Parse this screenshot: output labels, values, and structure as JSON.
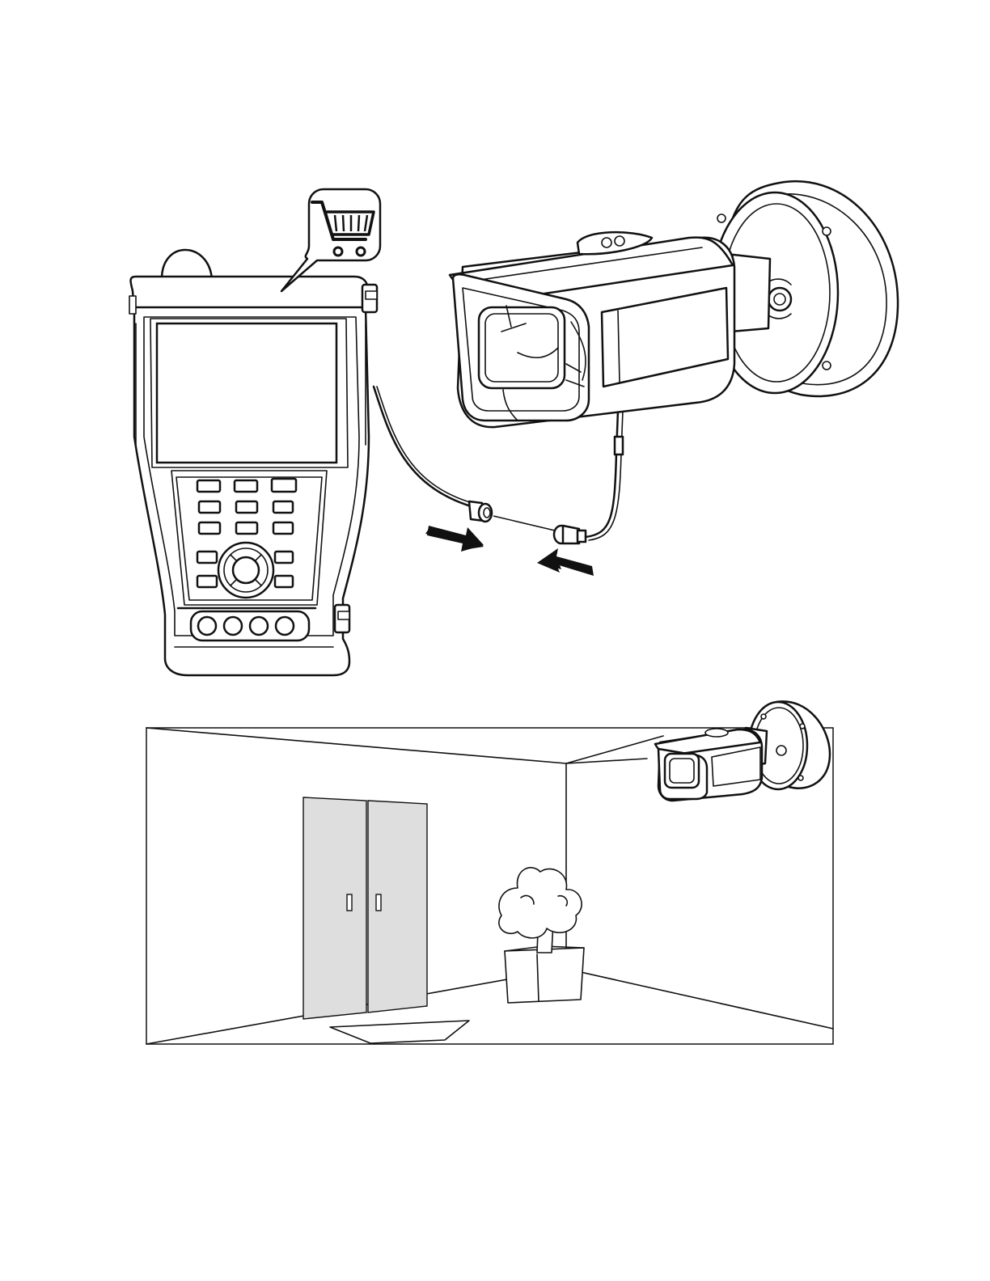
{
  "page": {
    "background": "#ffffff",
    "line_color": "#111111"
  },
  "figure_top": {
    "tester_device": {
      "screen_color": "#ffffff",
      "bubble_icon": "shopping-cart-icon",
      "top_buttons": 3,
      "keypad_rows": 2,
      "keys_per_row": 3,
      "nav_pad": "dpad-icon",
      "bottom_ports": 4
    },
    "camera": {
      "type": "bullet-camera",
      "mount": "wall-mount-base"
    },
    "connection": {
      "arrows": [
        "arrow-right-icon",
        "arrow-left-icon"
      ],
      "connectors": [
        "tester-connector",
        "camera-connector"
      ]
    }
  },
  "figure_bottom": {
    "scene": "room-interior",
    "door_color": "#dedede",
    "items": [
      "double-door",
      "floor-mat",
      "potted-tree",
      "wall-mounted-camera"
    ]
  }
}
